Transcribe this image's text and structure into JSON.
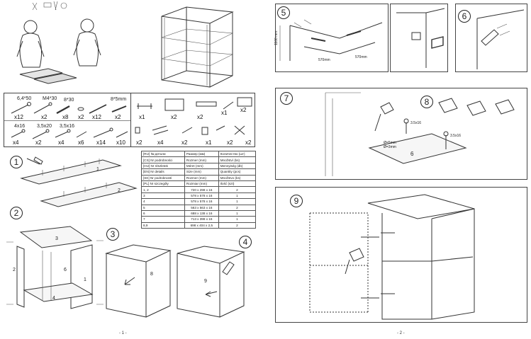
{
  "page_numbers": [
    "- 1 -",
    "- 2 -"
  ],
  "steps": [
    "1",
    "2",
    "3",
    "4",
    "5",
    "6",
    "7",
    "8",
    "9"
  ],
  "hardware": {
    "row1": [
      {
        "label": "6,4*50",
        "qty": "x12"
      },
      {
        "label": "M4*30",
        "qty": "x2"
      },
      {
        "label": "8*30",
        "qty": "x8"
      },
      {
        "label": "",
        "qty": "x2"
      },
      {
        "label": "",
        "qty": "x12"
      },
      {
        "label": "8*5mm",
        "qty": "x2"
      }
    ],
    "row2": [
      {
        "label": "4x16",
        "qty": "x4"
      },
      {
        "label": "3,5x20",
        "qty": "x2"
      },
      {
        "label": "3,5x16",
        "qty": "x4"
      },
      {
        "label": "",
        "qty": "x6"
      },
      {
        "label": "",
        "qty": "x14"
      },
      {
        "label": "",
        "qty": "x10"
      }
    ],
    "right_row1": [
      "x1",
      "x2",
      "x2",
      "x1",
      "x2"
    ],
    "right_row2": [
      "x2",
      "x4",
      "x2",
      "x1",
      "x2",
      "x2"
    ]
  },
  "parts_table": {
    "header": [
      [
        "[RU] № детали",
        "Размер (мм)",
        "Количество (шт)"
      ],
      [
        "[CS] Nr podrobności",
        "Rozmer (mm)",
        "Množství (ks)"
      ],
      [
        "[HU] Nr részletek",
        "Méret (mm)",
        "Mennyiség (db)"
      ],
      [
        "[EN] Nr details",
        "Size (mm)",
        "Quantity (pcs)"
      ],
      [
        "[SK] Nr podrobností",
        "Rozmer (mm)",
        "Množstvo (ks)"
      ],
      [
        "[PL] Nr szczegóły",
        "Rozmiar (mm)",
        "Ilość (szt)"
      ]
    ],
    "rows": [
      [
        "1, 2",
        "720 x 298 x 16",
        "2"
      ],
      [
        "3",
        "578 x 578 x 16",
        "1"
      ],
      [
        "4",
        "578 x 578 x 16",
        "1"
      ],
      [
        "5",
        "563 x 563 x 16",
        "2"
      ],
      [
        "6",
        "688 x 138 x 16",
        "1"
      ],
      [
        "7",
        "713 x 398 x 16",
        "1"
      ],
      [
        "8,9",
        "698 x 404 x 2,5",
        "2"
      ]
    ]
  },
  "panel_labels": {
    "step1": [
      "1",
      "2"
    ],
    "step2": [
      "3",
      "2",
      "6",
      "1",
      "4"
    ],
    "step3": [
      "8"
    ],
    "step4": [
      "9"
    ],
    "step8": [
      "6"
    ]
  },
  "dimensions": {
    "step5": [
      "1100 mm",
      "570mm",
      "570mm"
    ],
    "step7": [
      "Ø=5mm",
      "Ø=3mm"
    ],
    "step8": [
      "3.5x16",
      "3.5x16"
    ]
  },
  "colors": {
    "line": "#333333",
    "background": "#ffffff",
    "panel_border": "#444444"
  }
}
